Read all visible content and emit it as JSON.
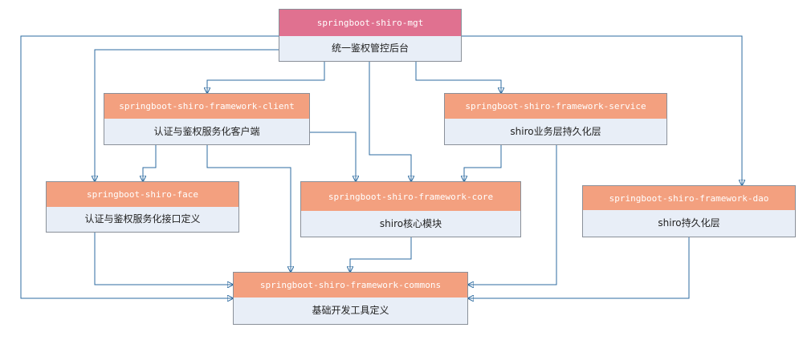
{
  "colors": {
    "mgt_header": "#e07190",
    "module_header": "#f3a07f",
    "module_body": "#e8eef7",
    "arrow": "#2d6ba0"
  },
  "modules": {
    "mgt": {
      "name": "springboot-shiro-mgt",
      "desc": "统一鉴权管控后台"
    },
    "client": {
      "name": "springboot-shiro-framework-client",
      "desc": "认证与鉴权服务化客户端"
    },
    "service": {
      "name": "springboot-shiro-framework-service",
      "desc": "shiro业务层持久化层"
    },
    "face": {
      "name": "springboot-shiro-face",
      "desc": "认证与鉴权服务化接口定义"
    },
    "core": {
      "name": "springboot-shiro-framework-core",
      "desc": "shiro核心模块"
    },
    "dao": {
      "name": "springboot-shiro-framework-dao",
      "desc": "shiro持久化层"
    },
    "commons": {
      "name": "springboot-shiro-framework-commons",
      "desc": "基础开发工具定义"
    }
  }
}
